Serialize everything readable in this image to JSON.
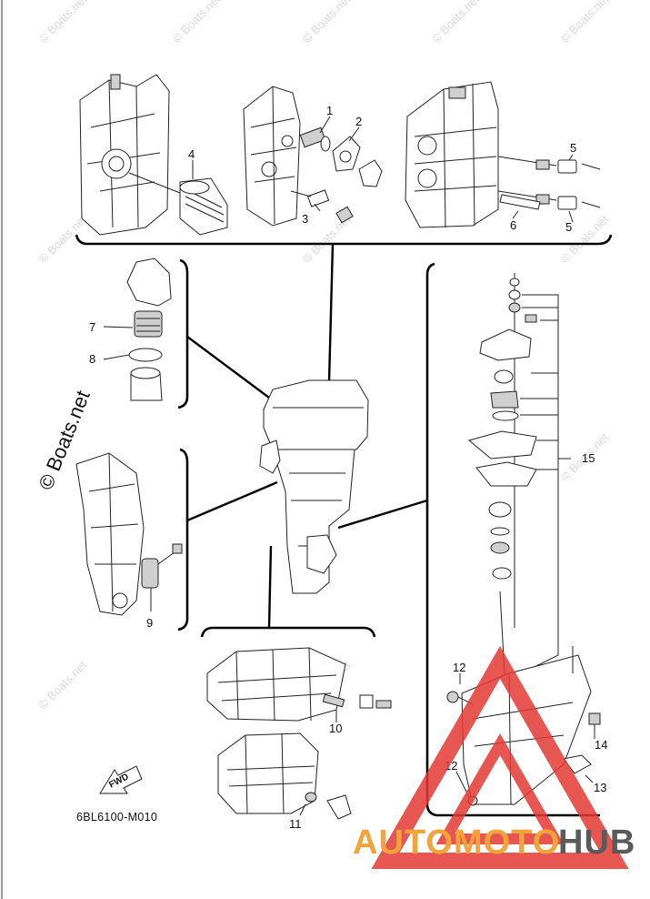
{
  "diagram": {
    "drawing_code": "6BL6100-M010",
    "fwd_label": "FWD",
    "watermark_small": "© Boats.net",
    "watermark_large": "© Boats.net",
    "brand": {
      "left": "AUTOMOTO",
      "right": "HUB"
    },
    "colors": {
      "brand_orange": "#f2a33a",
      "brand_gray": "#5a5a5a",
      "logo_red": "#e53935"
    },
    "callouts": [
      "1",
      "2",
      "3",
      "4",
      "5",
      "5",
      "6",
      "7",
      "8",
      "9",
      "10",
      "11",
      "12",
      "12",
      "13",
      "14",
      "15"
    ]
  }
}
